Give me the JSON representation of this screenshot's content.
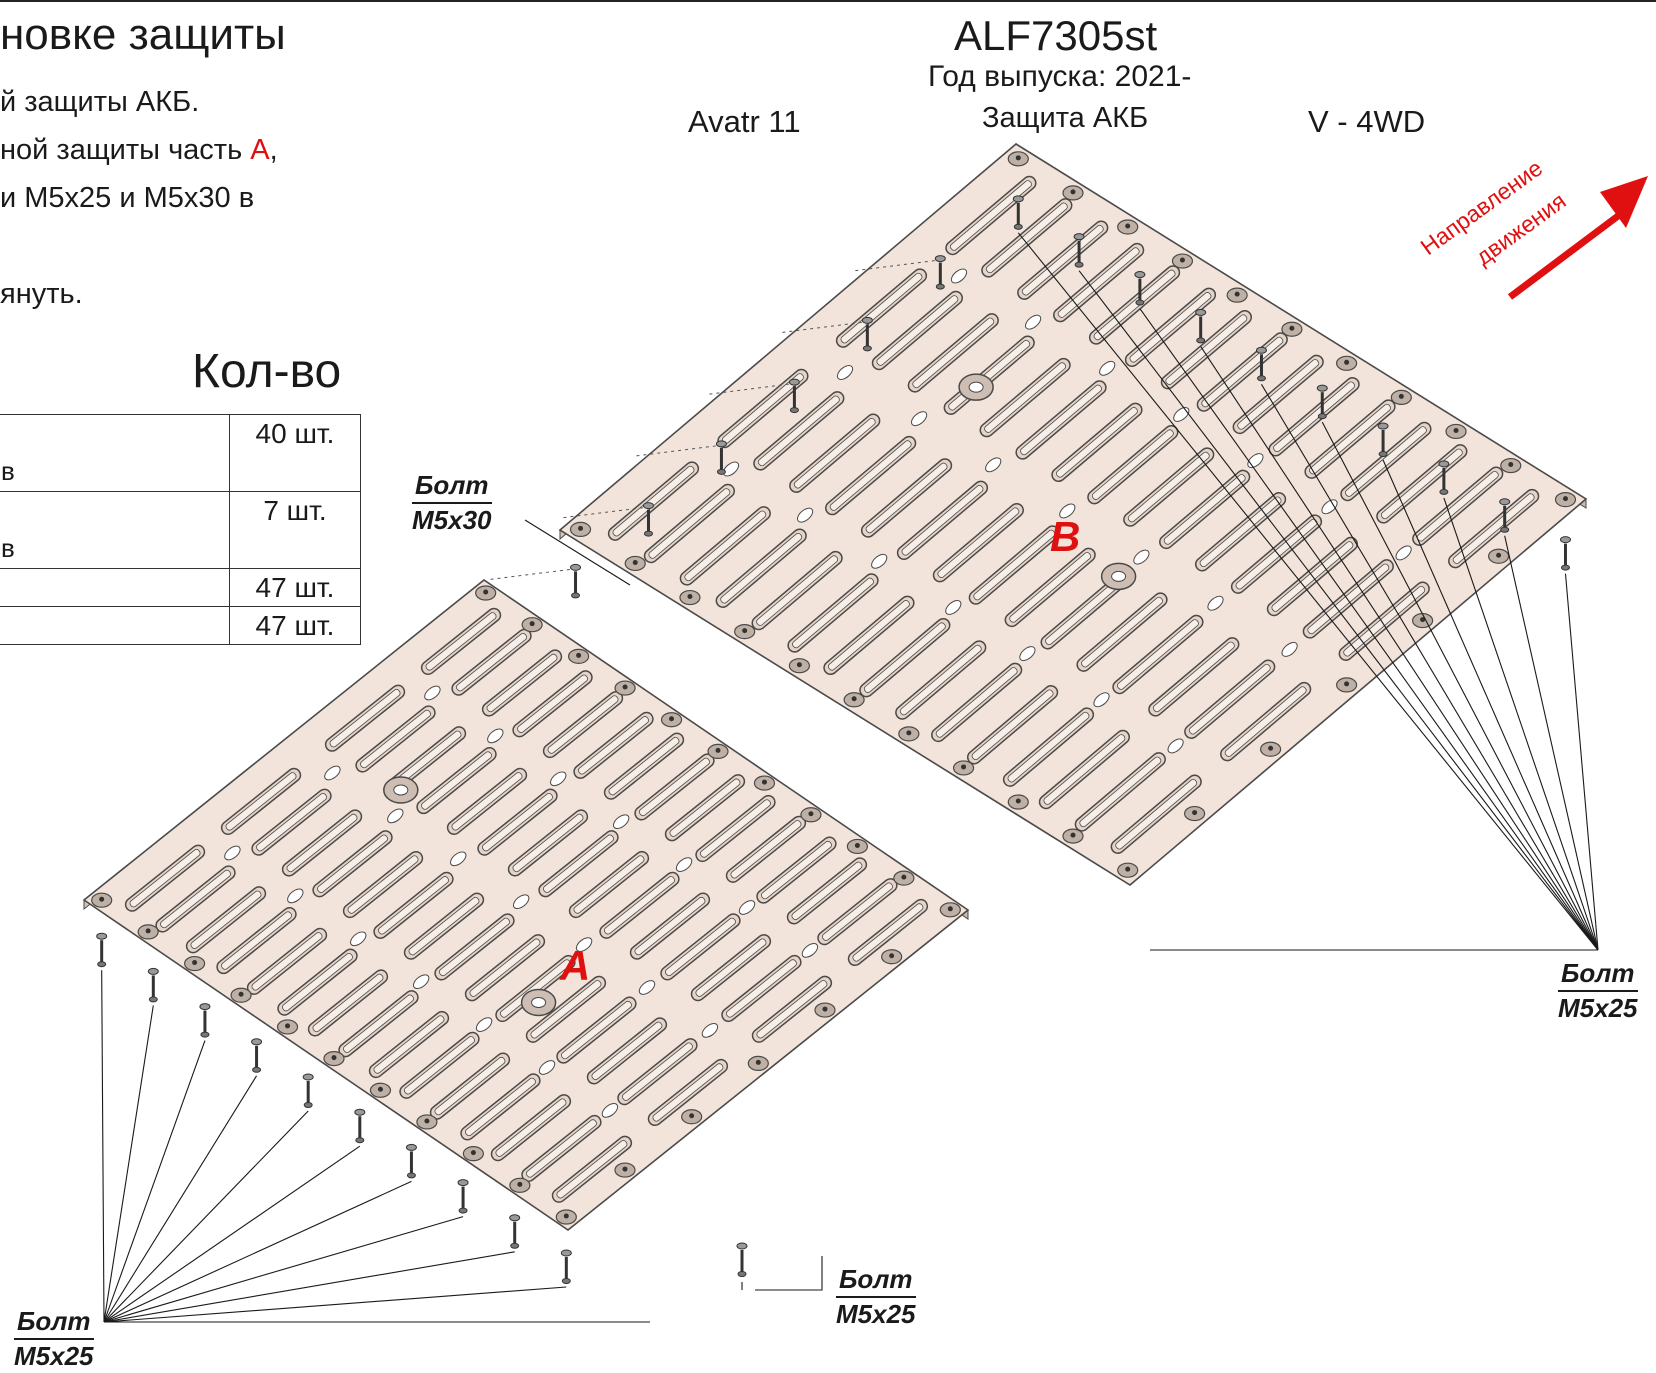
{
  "header": {
    "heading": "новке защиты",
    "model_code": "ALF7305st",
    "year_line": "Год выпуска: 2021-",
    "car_model": "Avatr 11",
    "protection": "Защита АКБ",
    "drive": "V - 4WD"
  },
  "instructions": {
    "line1": "й защиты АКБ.",
    "line2_prefix": "ной защиты часть ",
    "line2_part": "А",
    "line2_suffix": ",",
    "line3": "и М5х25 и М5х30 в",
    "line4": "януть."
  },
  "quantities": {
    "title": "Кол-во",
    "rows": [
      {
        "left": "в",
        "qty": "40 шт."
      },
      {
        "left": "в",
        "qty": "7 шт."
      },
      {
        "left": "",
        "qty": "47 шт."
      },
      {
        "left": "",
        "qty": "47 шт."
      }
    ]
  },
  "direction_label": {
    "line1": "Направление",
    "line2": "движения"
  },
  "parts": {
    "a": "A",
    "b": "B"
  },
  "callouts": [
    {
      "name": "Болт",
      "size": "М5х30"
    },
    {
      "name": "Болт",
      "size": "М5х25"
    },
    {
      "name": "Болт",
      "size": "М5х25"
    },
    {
      "name": "Болт",
      "size": "М5х25"
    }
  ],
  "colors": {
    "plate_fill": "#f2e4da",
    "plate_stroke": "#4a4a4a",
    "arrow": "#e01010",
    "part_label": "#e01010"
  }
}
